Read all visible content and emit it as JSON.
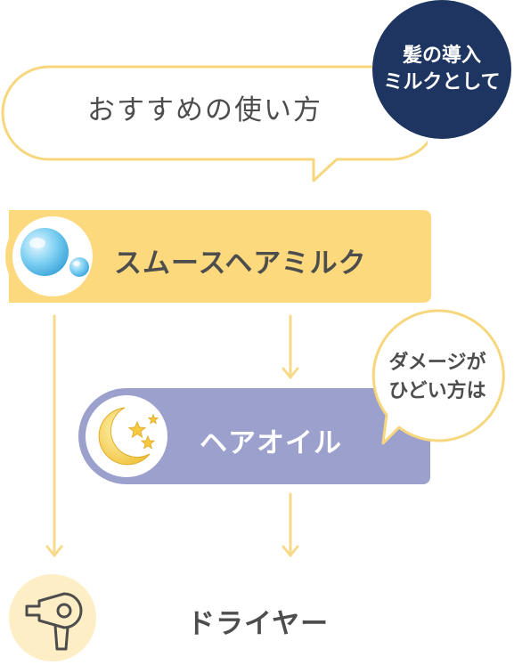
{
  "title": {
    "text": "おすすめの使い方"
  },
  "badge": {
    "line1": "髪の導入",
    "line2": "ミルクとして"
  },
  "steps": {
    "milk": {
      "label": "スムースヘアミルク"
    },
    "oil": {
      "label": "ヘアオイル"
    },
    "dryer": {
      "label": "ドライヤー"
    }
  },
  "note": {
    "line1": "ダメージが",
    "line2": "ひどい方は"
  },
  "colors": {
    "milk": "#fcd97c",
    "oil": "#9ba0cc",
    "badge": "#1f3561",
    "arrow": "#f8d98a",
    "bubble_stroke": "#f7d77e"
  },
  "icons": {
    "milk": "water-drops-icon",
    "oil": "moon-stars-icon",
    "dryer": "hair-dryer-icon"
  }
}
